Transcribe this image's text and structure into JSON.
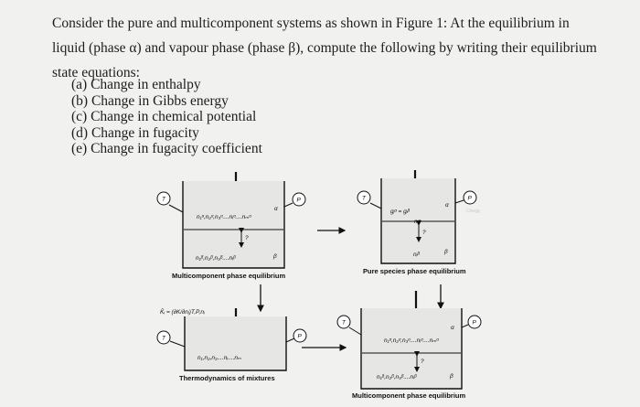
{
  "question": {
    "text": "Consider the pure and multicomponent systems as shown in Figure 1: At the equilibrium in liquid (phase α) and vapour phase (phase β), compute the following by writing their equilibrium state equations:",
    "parts": [
      "(a) Change in enthalpy",
      "(b) Change in Gibbs energy",
      "(c) Change in chemical potential",
      "(d) Change in fugacity",
      "(e) Change in fugacity coefficient"
    ]
  },
  "figure": {
    "panel_tl": {
      "caption": "Multicomponent phase equilibrium",
      "temperature_label": "T",
      "pressure_label": "P",
      "phase_alpha": "α",
      "phase_beta": "β",
      "alpha_species": "n₁ᵅ,n₂ᵅ,n₃ᵅ....nᵢᵅ....nₘᵅ",
      "beta_species": "n₁ᵝ,n₂ᵝ,n₃ᵝ....nᵢᵝ",
      "transfer_mark": "?"
    },
    "panel_tr": {
      "caption": "Pure species phase equilibrium",
      "temperature_label": "T",
      "pressure_label": "P",
      "phase_alpha": "α",
      "phase_beta": "β",
      "equality": "gᵢᵅ = gᵢᵝ",
      "alpha_species": "nᵢᵅ",
      "beta_species": "nᵢᵝ",
      "transfer_mark": "?",
      "watermark": "Chegg"
    },
    "panel_bl": {
      "caption": "Thermodynamics of mixtures",
      "temperature_label": "T",
      "pressure_label": "P",
      "partial_molar": "K̄ᵢ = (∂K/∂nᵢ)T,P,nⱼ",
      "species": "n₁,n₂,n₃....nᵢ....nₘ"
    },
    "panel_br": {
      "caption": "Multicomponent phase equilibrium",
      "temperature_label": "T",
      "pressure_label": "P",
      "phase_alpha": "α",
      "phase_beta": "β",
      "alpha_species": "n₁ᵅ,n₂ᵅ,n₃ᵅ....nᵢᵅ....nₘᵅ",
      "beta_species": "n₁ᵝ,n₂ᵝ,n₃ᵝ....nᵢᵝ",
      "transfer_mark": "?"
    }
  }
}
